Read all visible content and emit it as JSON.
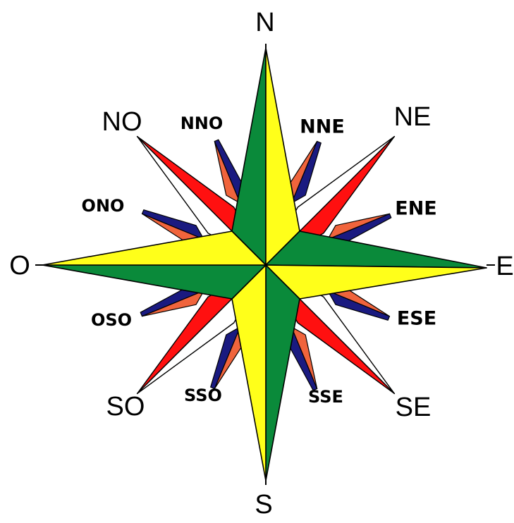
{
  "colors": {
    "cardinal_dark": "#0a8a3a",
    "cardinal_light": "#ffff1a",
    "intercardinal_red": "#ff1010",
    "minor_salmon": "#f0643c",
    "minor_navy": "#1a1a80",
    "outline": "#000000"
  },
  "labels": {
    "n": "N",
    "s": "S",
    "e": "E",
    "o": "O",
    "ne": "NE",
    "no": "NO",
    "se": "SE",
    "so": "SO",
    "nne": "NNE",
    "nno": "NNO",
    "ene": "ENE",
    "ono": "ONO",
    "ese": "ESE",
    "oso": "OSO",
    "sse": "SSE",
    "sso": "SSO"
  }
}
